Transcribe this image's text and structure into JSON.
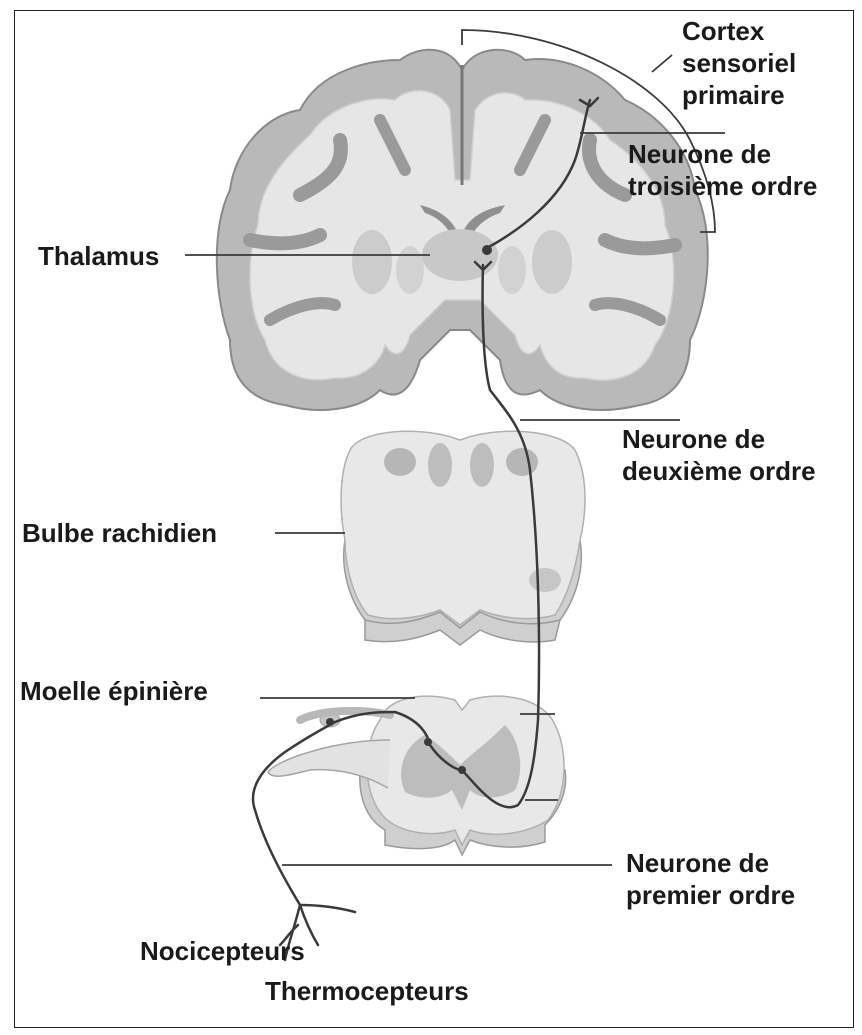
{
  "labels": {
    "cortex_line1": "Cortex",
    "cortex_line2": "sensoriel",
    "cortex_line3": "primaire",
    "third_order_line1": "Neurone de",
    "third_order_line2": "troisième ordre",
    "thalamus": "Thalamus",
    "second_order_line1": "Neurone de",
    "second_order_line2": "deuxième ordre",
    "medulla": "Bulbe rachidien",
    "spinal_cord": "Moelle épinière",
    "first_order_line1": "Neurone de",
    "first_order_line2": "premier ordre",
    "nociceptors": "Nocicepteurs",
    "thermoceptors": "Thermocepteurs"
  },
  "colors": {
    "gray_matter": "#b9b9b9",
    "white_matter": "#e8e8e8",
    "outline": "#8a8a8a",
    "line": "#3a3a3a",
    "text": "#1a1a1a"
  }
}
